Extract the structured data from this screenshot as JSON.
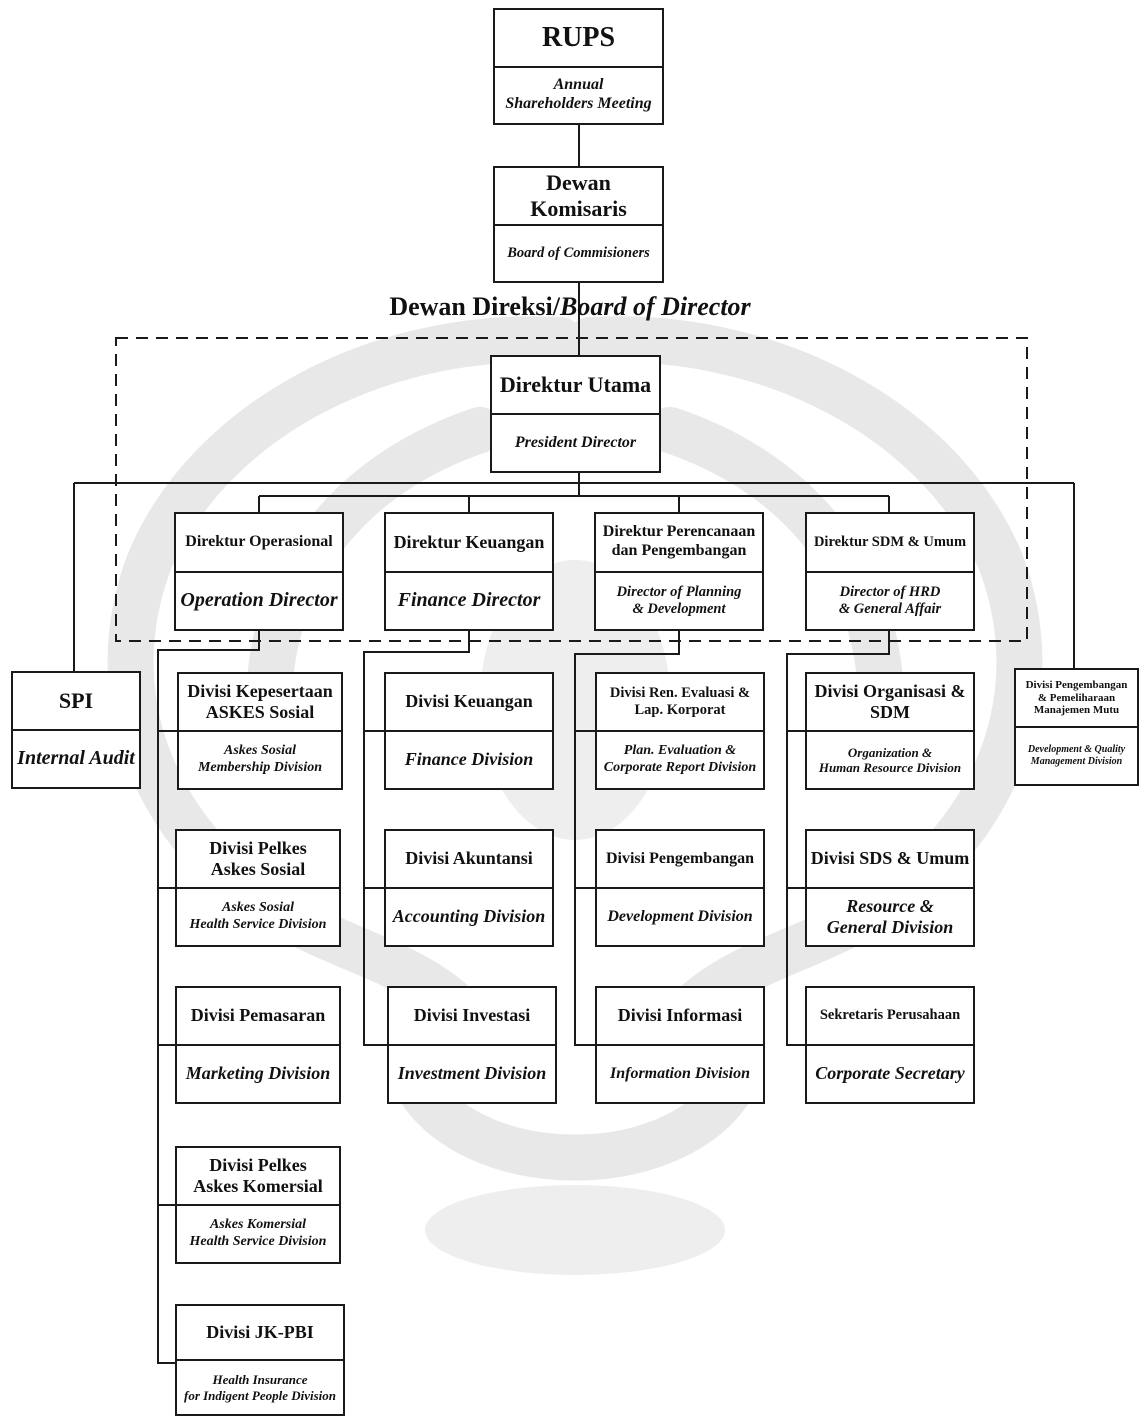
{
  "board_title": {
    "id": "Dewan Direksi/",
    "en": "Board of Director"
  },
  "nodes": {
    "rups": {
      "title": "RUPS",
      "subtitle": "Annual\nShareholders Meeting"
    },
    "komisaris": {
      "title": "Dewan Komisaris",
      "subtitle": "Board of Commisioners"
    },
    "direktur_utama": {
      "title": "Direktur Utama",
      "subtitle": "President Director"
    },
    "dir_operasional": {
      "title": "Direktur Operasional",
      "subtitle": "Operation Director"
    },
    "dir_keuangan": {
      "title": "Direktur Keuangan",
      "subtitle": "Finance Director"
    },
    "dir_perencanaan": {
      "title": "Direktur Perencanaan\ndan Pengembangan",
      "subtitle": "Director of Planning\n& Development"
    },
    "dir_sdm": {
      "title": "Direktur SDM & Umum",
      "subtitle": "Director of HRD\n& General Affair"
    },
    "spi": {
      "title": "SPI",
      "subtitle": "Internal Audit"
    },
    "div_pengembangan_mutu": {
      "title": "Divisi Pengembangan\n& Pemeliharaan\nManajemen Mutu",
      "subtitle": "Development & Quality\nManagement Division"
    },
    "div_kepesertaan": {
      "title": "Divisi Kepesertaan\nASKES Sosial",
      "subtitle": "Askes Sosial\nMembership Division"
    },
    "div_pelkes_sosial": {
      "title": "Divisi Pelkes\nAskes Sosial",
      "subtitle": "Askes Sosial\nHealth Service Division"
    },
    "div_pemasaran": {
      "title": "Divisi Pemasaran",
      "subtitle": "Marketing Division"
    },
    "div_pelkes_komersial": {
      "title": "Divisi Pelkes\nAskes Komersial",
      "subtitle": "Askes Komersial\nHealth Service Division"
    },
    "div_jkpbi": {
      "title": "Divisi JK-PBI",
      "subtitle": "Health Insurance\nfor Indigent People Division"
    },
    "div_keuangan": {
      "title": "Divisi Keuangan",
      "subtitle": "Finance Division"
    },
    "div_akuntansi": {
      "title": "Divisi Akuntansi",
      "subtitle": "Accounting Division"
    },
    "div_investasi": {
      "title": "Divisi Investasi",
      "subtitle": "Investment Division"
    },
    "div_ren_evaluasi": {
      "title": "Divisi Ren. Evaluasi &\nLap. Korporat",
      "subtitle": "Plan. Evaluation &\nCorporate Report Division"
    },
    "div_pengembangan": {
      "title": "Divisi Pengembangan",
      "subtitle": "Development Division"
    },
    "div_informasi": {
      "title": "Divisi Informasi",
      "subtitle": "Information Division"
    },
    "div_organisasi": {
      "title": "Divisi Organisasi &\nSDM",
      "subtitle": "Organization &\nHuman Resource Division"
    },
    "div_sds_umum": {
      "title": "Divisi SDS & Umum",
      "subtitle": "Resource &\nGeneral Division"
    },
    "sekretaris": {
      "title": "Sekretaris Perusahaan",
      "subtitle": "Corporate Secretary"
    }
  },
  "colors": {
    "line": "#1a1a1a",
    "box_border": "#1a1a1a",
    "background": "#ffffff",
    "watermark": "#e6e6e6"
  }
}
